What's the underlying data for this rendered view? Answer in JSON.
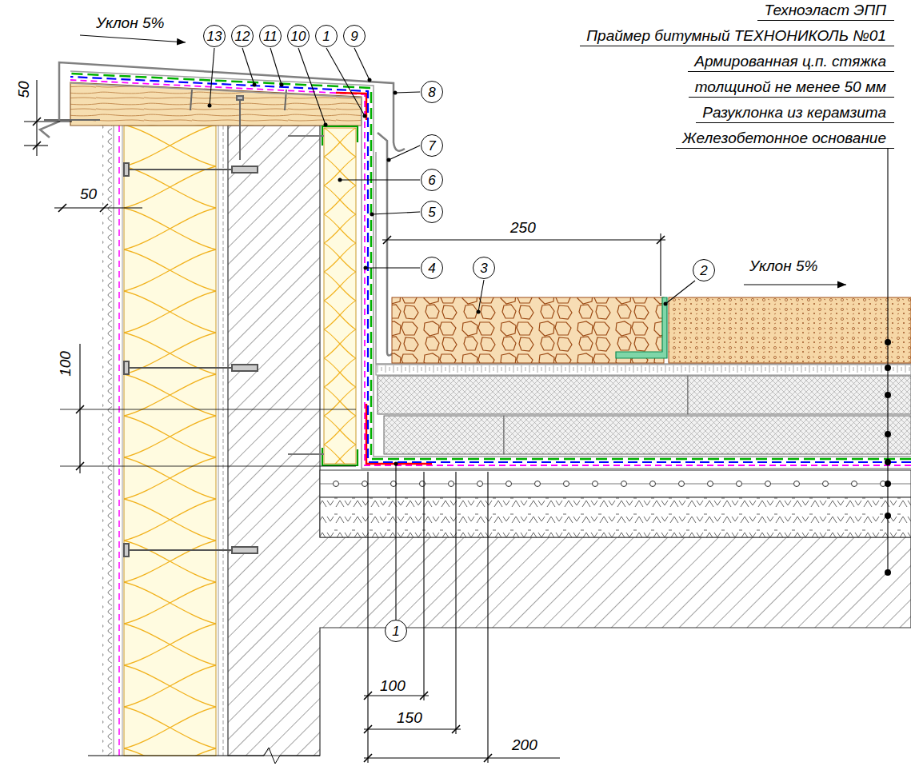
{
  "diagram": {
    "nodes": [
      {
        "text": [
          "13"
        ]
      },
      {
        "text": [
          "12"
        ]
      },
      {
        "text": [
          "11"
        ]
      },
      {
        "text": [
          "10"
        ]
      },
      {
        "text": [
          "1"
        ]
      },
      {
        "text": [
          "9"
        ]
      },
      {
        "text": [
          "8"
        ]
      },
      {
        "text": [
          "7"
        ]
      },
      {
        "text": [
          "6"
        ]
      },
      {
        "text": [
          "5"
        ]
      },
      {
        "text": [
          "4"
        ]
      },
      {
        "text": [
          "3"
        ]
      },
      {
        "text": [
          "2"
        ]
      },
      {
        "text": [
          "1"
        ]
      }
    ],
    "labels": [
      "Уклон 5%",
      "50",
      "50",
      "100",
      "250",
      "Уклон 5%",
      "100",
      "150",
      "200",
      "Техноэласт ЭПП",
      "Праймер битумный ТЕХНОНИКОЛЬ №01",
      "Армированная ц.п. стяжка",
      "толщиной не менее 50 мм",
      "Разуклонка из керамзита",
      "Железобетонное основание"
    ]
  }
}
